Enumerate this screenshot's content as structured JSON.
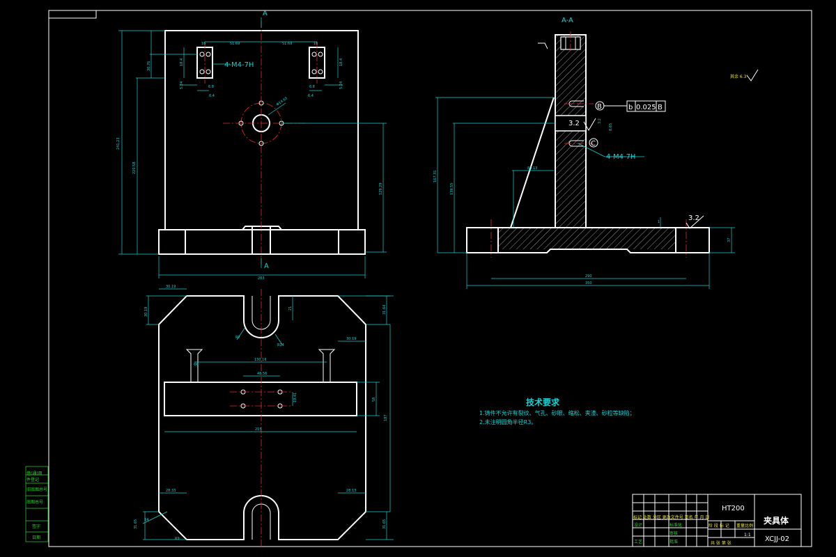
{
  "section_labels": {
    "section_title": "A-A",
    "cut_mark_top": "A",
    "cut_mark_bottom": "A"
  },
  "front_view": {
    "dim_top_left": "51.69",
    "dim_top_right": "51.69",
    "dim_small_1": "16",
    "dim_small_2": "16",
    "dim_vert_1": "18.4",
    "dim_vert_2": "18.4",
    "dim_vert_3": "5.24",
    "dim_vert_4": "5.24",
    "dim_small_3": "6.8",
    "dim_small_4": "6.8",
    "dim_small_5": "6.4",
    "dim_small_6": "6.4",
    "dim_side_1": "30.76",
    "dim_height_total": "241.23",
    "dim_height_inner": "220.58",
    "dim_right_height": "129.29",
    "dim_hole_dia": "Φ14.65",
    "dim_width_total": "283",
    "thread_note": "4-M4-7H"
  },
  "side_view": {
    "thread_note": "4-M4-7H",
    "datum_b": "B",
    "datum_c": "C",
    "tolerance_symbol": "b",
    "tolerance_value": "0.025",
    "tolerance_datum": "B",
    "roughness_1": "3.2",
    "roughness_2": "3.2",
    "roughness_3": "3.2",
    "dim_height_total": "167.31",
    "dim_height_mid": "139.55",
    "dim_rib": "80.13",
    "dim_base_inner": "290",
    "dim_base_total": "350",
    "dim_base_height": "37",
    "dim_small": "1",
    "dim_hole": "8.65",
    "surface_note": "其余 6.3"
  },
  "plan_view": {
    "dim_top_left_w": "30.19",
    "dim_top_left_h": "30.19",
    "dim_slot_depth": "21",
    "dim_slot_r": "R7",
    "dim_slot_r2": "R14",
    "dim_right_top": "31.64",
    "dim_right_bevel": "30.19",
    "dim_pin": "Φ8",
    "dim_pin_span": "130.16",
    "dim_hole_span": "48.56",
    "dim_hole_v": "19.41",
    "dim_rail_h": "58",
    "dim_total_h": "187",
    "dim_rail_w": "215",
    "dim_bottom_left": "28.33",
    "dim_bottom_right": "28.13",
    "dim_bottom_left_h": "31.65",
    "dim_bottom_right_h": "31.65",
    "dim_bevel_label": "14",
    "dim_corner": "R9"
  },
  "tech_requirements": {
    "title": "技术要求",
    "line1": "1.铸件不允许有裂纹、气孔、砂眼、缩松、夹渣、砂粒等缺陷；",
    "line2": "2.未注明圆角半径R3。"
  },
  "side_panel": {
    "cell1": "借(通)用",
    "cell2": "件登记",
    "cell3": "旧底图总号",
    "cell4": "底图总号",
    "cell5": "签字",
    "cell6": "日期"
  },
  "title_block": {
    "material": "HT200",
    "part_name": "夹具体",
    "drawing_no": "XCJJ-02",
    "row_header": "标记 处数 分区 更改文件号 签名 年 月 日",
    "designer": "设计",
    "checker": "审核",
    "process": "工艺",
    "std": "标准化",
    "approve": "批准",
    "stage_label": "阶 段 标 记",
    "weight_label": "重量",
    "scale_label": "比例",
    "scale": "1:1",
    "sheet_label": "共 张 第 张"
  },
  "colors": {
    "lines": "#ffffff",
    "dimensions": "#19d3d3",
    "centerlines": "#e0302a",
    "panel": "#2bd92b",
    "background": "#000000"
  }
}
